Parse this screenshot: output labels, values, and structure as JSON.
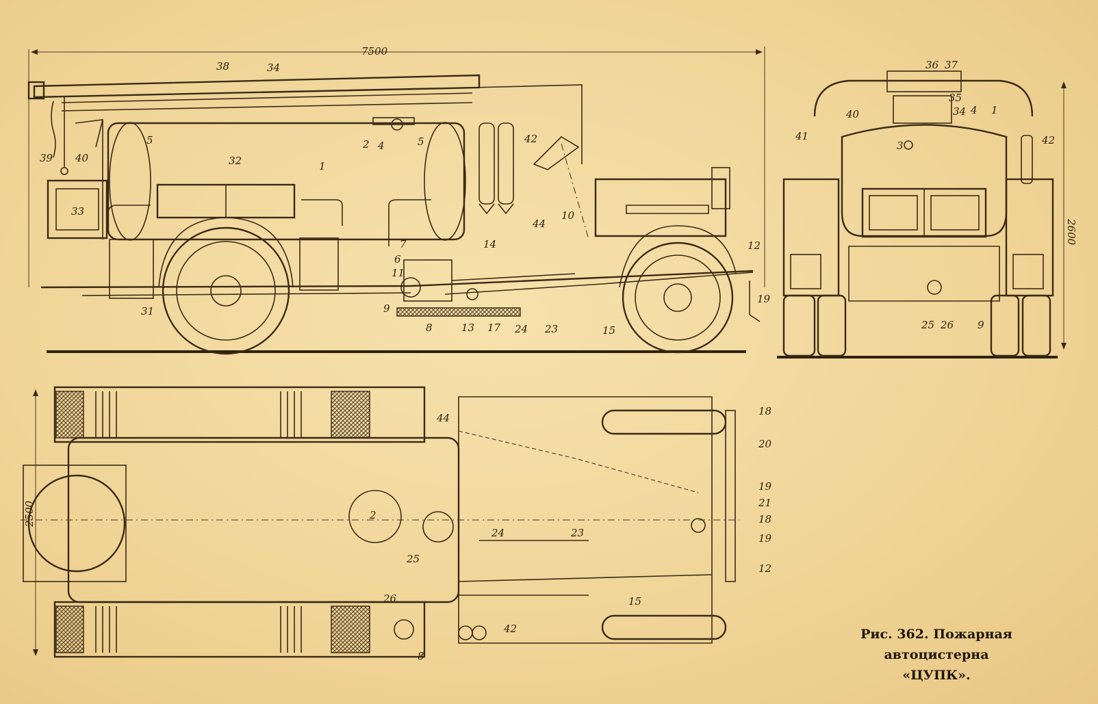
{
  "caption": {
    "line1": "Рис. 362. Пожарная автоцистерна",
    "line2": "«ЦУПК»."
  },
  "dimensions": {
    "length": "7500",
    "height": "2600",
    "width": "2500"
  },
  "side_view_labels": [
    {
      "id": "38",
      "t": "38"
    },
    {
      "id": "34",
      "t": "34"
    },
    {
      "id": "5a",
      "t": "5"
    },
    {
      "id": "2",
      "t": "2"
    },
    {
      "id": "4",
      "t": "4"
    },
    {
      "id": "5b",
      "t": "5"
    },
    {
      "id": "42",
      "t": "42"
    },
    {
      "id": "39",
      "t": "39"
    },
    {
      "id": "40",
      "t": "40"
    },
    {
      "id": "32",
      "t": "32"
    },
    {
      "id": "1",
      "t": "1"
    },
    {
      "id": "33",
      "t": "33"
    },
    {
      "id": "44",
      "t": "44"
    },
    {
      "id": "10",
      "t": "10"
    },
    {
      "id": "14",
      "t": "14"
    },
    {
      "id": "7",
      "t": "7"
    },
    {
      "id": "6",
      "t": "6"
    },
    {
      "id": "11",
      "t": "11"
    },
    {
      "id": "12",
      "t": "12"
    },
    {
      "id": "9",
      "t": "9"
    },
    {
      "id": "19",
      "t": "19"
    },
    {
      "id": "31",
      "t": "31"
    },
    {
      "id": "8",
      "t": "8"
    },
    {
      "id": "13",
      "t": "13"
    },
    {
      "id": "17",
      "t": "17"
    },
    {
      "id": "24",
      "t": "24"
    },
    {
      "id": "23",
      "t": "23"
    },
    {
      "id": "15",
      "t": "15"
    }
  ],
  "rear_view_labels": [
    {
      "id": "36",
      "t": "36"
    },
    {
      "id": "37",
      "t": "37"
    },
    {
      "id": "35",
      "t": "35"
    },
    {
      "id": "34",
      "t": "34"
    },
    {
      "id": "4",
      "t": "4"
    },
    {
      "id": "1",
      "t": "1"
    },
    {
      "id": "40",
      "t": "40"
    },
    {
      "id": "41",
      "t": "41"
    },
    {
      "id": "3",
      "t": "3"
    },
    {
      "id": "42",
      "t": "42"
    },
    {
      "id": "25",
      "t": "25"
    },
    {
      "id": "26",
      "t": "26"
    },
    {
      "id": "9",
      "t": "9"
    }
  ],
  "plan_view_labels": [
    {
      "id": "44",
      "t": "44"
    },
    {
      "id": "18a",
      "t": "18"
    },
    {
      "id": "20",
      "t": "20"
    },
    {
      "id": "19a",
      "t": "19"
    },
    {
      "id": "21",
      "t": "21"
    },
    {
      "id": "18b",
      "t": "18"
    },
    {
      "id": "19b",
      "t": "19"
    },
    {
      "id": "12",
      "t": "12"
    },
    {
      "id": "2",
      "t": "2"
    },
    {
      "id": "24",
      "t": "24"
    },
    {
      "id": "23",
      "t": "23"
    },
    {
      "id": "25",
      "t": "25"
    },
    {
      "id": "15",
      "t": "15"
    },
    {
      "id": "26",
      "t": "26"
    },
    {
      "id": "42",
      "t": "42"
    },
    {
      "id": "8",
      "t": "8"
    }
  ]
}
